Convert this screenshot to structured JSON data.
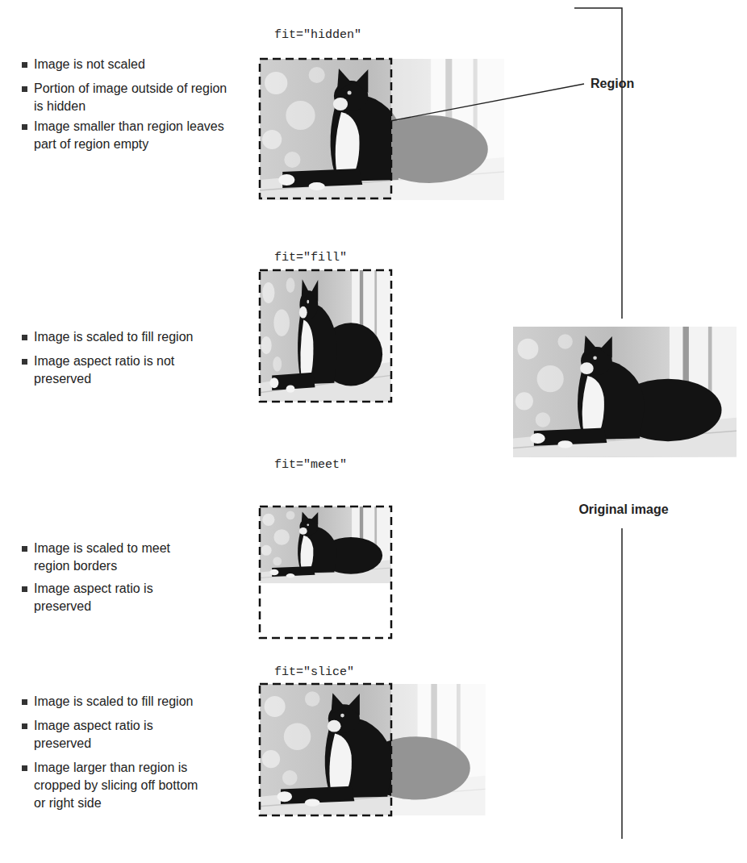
{
  "diagram": {
    "labels": [
      "fit=\"hidden\"",
      "Image is not scaled",
      "Portion of image outside of region is hidden",
      "Image smaller than region leaves part of region empty",
      "Region",
      "fit=\"fill\"",
      "Image is scaled to fill region",
      "Image aspect ratio is not preserved",
      "fit=\"meet\"",
      "Image is scaled to meet region borders",
      "Image aspect ratio is preserved",
      "Original image",
      "fit=\"slice\"",
      "Image is scaled to fill region",
      "Image aspect ratio is preserved",
      "Image larger than region is cropped by slicing off bottom or right side"
    ]
  }
}
